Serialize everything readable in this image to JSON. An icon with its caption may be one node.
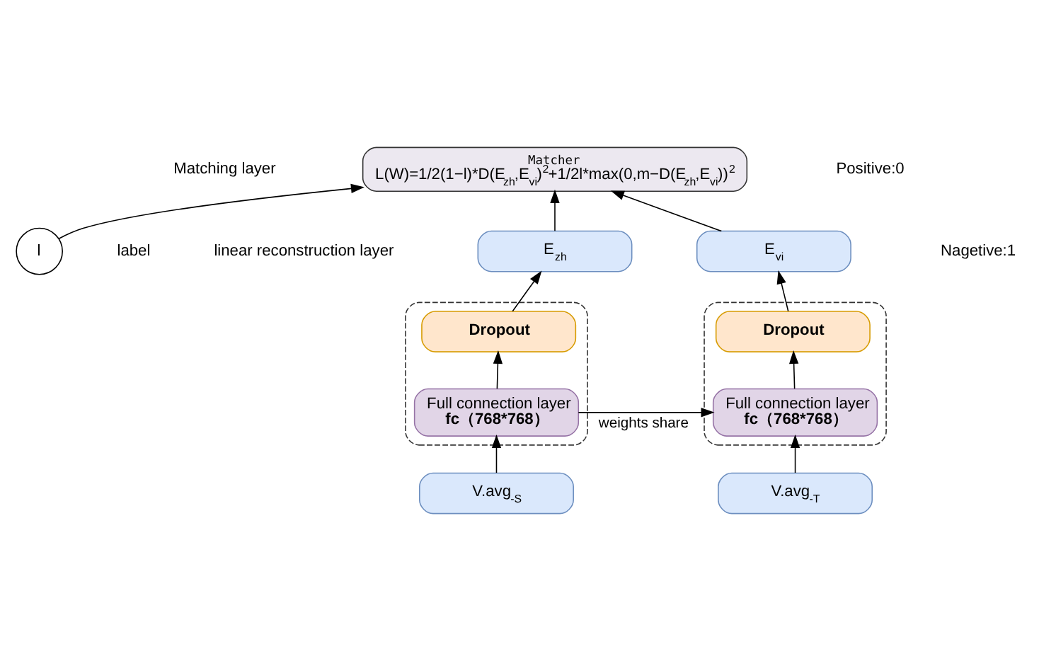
{
  "diagram": {
    "nodes": [
      {
        "text": [
          "Matcher",
          "L(W)=1/2(1−l)*D(E$_{zh}$,E$_{vi}$)$^{2}$+1/2l*max(0,m−D(E$_{zh}$,E$_{vi}$))$^{2}$"
        ]
      },
      {
        "text": [
          "l"
        ],
        "beside": [
          "label"
        ]
      },
      {
        "text": [
          "E$_{zh}$"
        ]
      },
      {
        "text": [
          "E$_{vi}$"
        ]
      },
      {
        "text": [],
        "shape": "box"
      },
      {
        "text": [
          "Dropout"
        ],
        "in": 4
      },
      {
        "text": [
          "Full connection layer",
          "fc（768*768）"
        ],
        "in": 4
      },
      {
        "text": [],
        "shape": "box"
      },
      {
        "text": [
          "Dropout"
        ],
        "in": 7
      },
      {
        "text": [
          "Full connection layer",
          "fc（768*768）"
        ],
        "in": 7
      },
      {
        "text": [
          "V.avg$_{-S}$"
        ]
      },
      {
        "text": [
          "V.avg$_{-T}$"
        ]
      }
    ],
    "edges": [
      {
        "from": 10,
        "to": 6,
        "arrow": "to"
      },
      {
        "from": 6,
        "to": 5,
        "arrow": "to"
      },
      {
        "from": 5,
        "to": 2,
        "arrow": "to"
      },
      {
        "from": 11,
        "to": 9,
        "arrow": "to"
      },
      {
        "from": 9,
        "to": 8,
        "arrow": "to"
      },
      {
        "from": 8,
        "to": 3,
        "arrow": "to"
      },
      {
        "from": 6,
        "to": 9,
        "arrow": "to",
        "label": "weights share"
      },
      {
        "from": 2,
        "to": 0,
        "arrow": "to"
      },
      {
        "from": 3,
        "to": 0,
        "arrow": "to"
      },
      {
        "from": 1,
        "to": 0,
        "arrow": "to"
      }
    ],
    "labels": [
      "Matching layer",
      "linear reconstruction layer",
      "Positive:0",
      "Nagetive:1"
    ]
  }
}
